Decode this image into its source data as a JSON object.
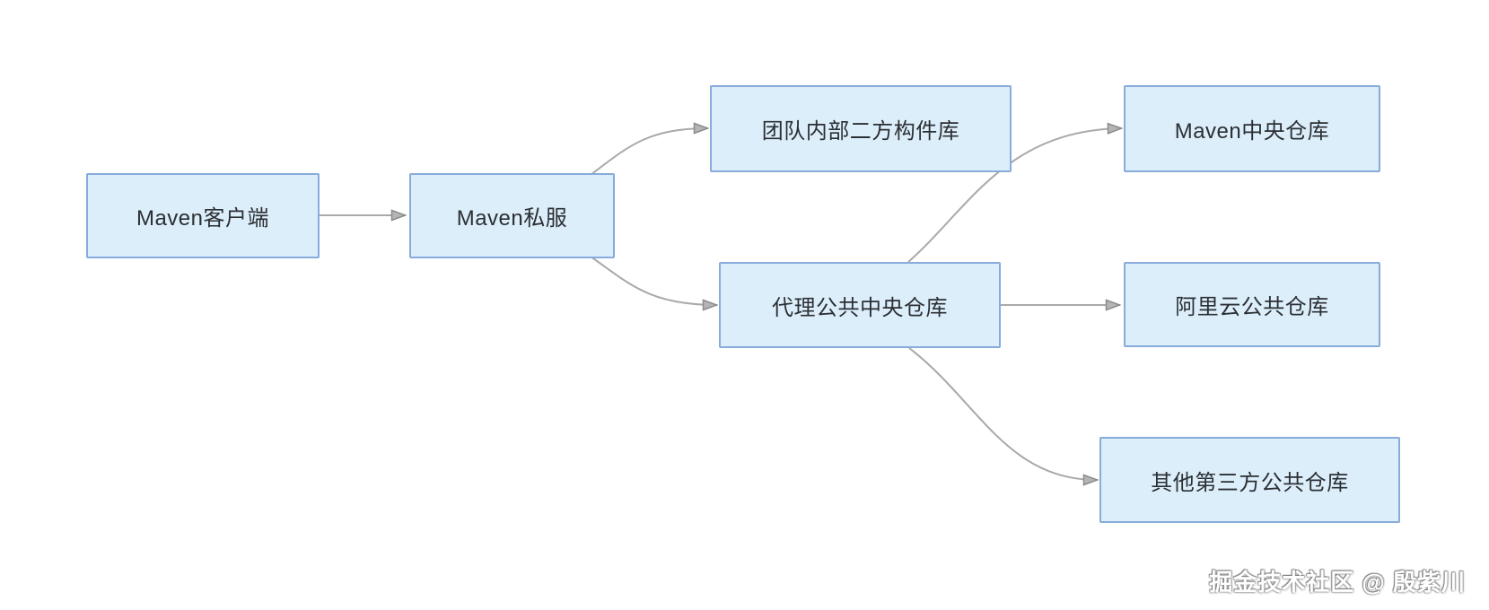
{
  "canvas": {
    "background": "#ffffff"
  },
  "diagram": {
    "type": "flowchart",
    "nodes": [
      {
        "id": "maven-client",
        "label": "Maven客户端"
      },
      {
        "id": "maven-private",
        "label": "Maven私服"
      },
      {
        "id": "team-internal-lib",
        "label": "团队内部二方构件库"
      },
      {
        "id": "proxy-central",
        "label": "代理公共中央仓库"
      },
      {
        "id": "maven-central",
        "label": "Maven中央仓库"
      },
      {
        "id": "aliyun-public",
        "label": "阿里云公共仓库"
      },
      {
        "id": "third-party-public",
        "label": "其他第三方公共仓库"
      }
    ],
    "edges": [
      {
        "from": "maven-client",
        "to": "maven-private"
      },
      {
        "from": "maven-private",
        "to": "team-internal-lib"
      },
      {
        "from": "maven-private",
        "to": "proxy-central"
      },
      {
        "from": "proxy-central",
        "to": "maven-central"
      },
      {
        "from": "proxy-central",
        "to": "aliyun-public"
      },
      {
        "from": "proxy-central",
        "to": "third-party-public"
      }
    ],
    "colors": {
      "node_fill": "#ddeefb",
      "node_border": "#88abdc",
      "node_text": "#2b2f33",
      "arrow_line": "#a9a9a9",
      "arrowhead_fill": "#b5b5b5",
      "arrowhead_border": "#8c8c8c"
    }
  },
  "watermark": {
    "text": "掘金技术社区 @ 殷紫川"
  }
}
